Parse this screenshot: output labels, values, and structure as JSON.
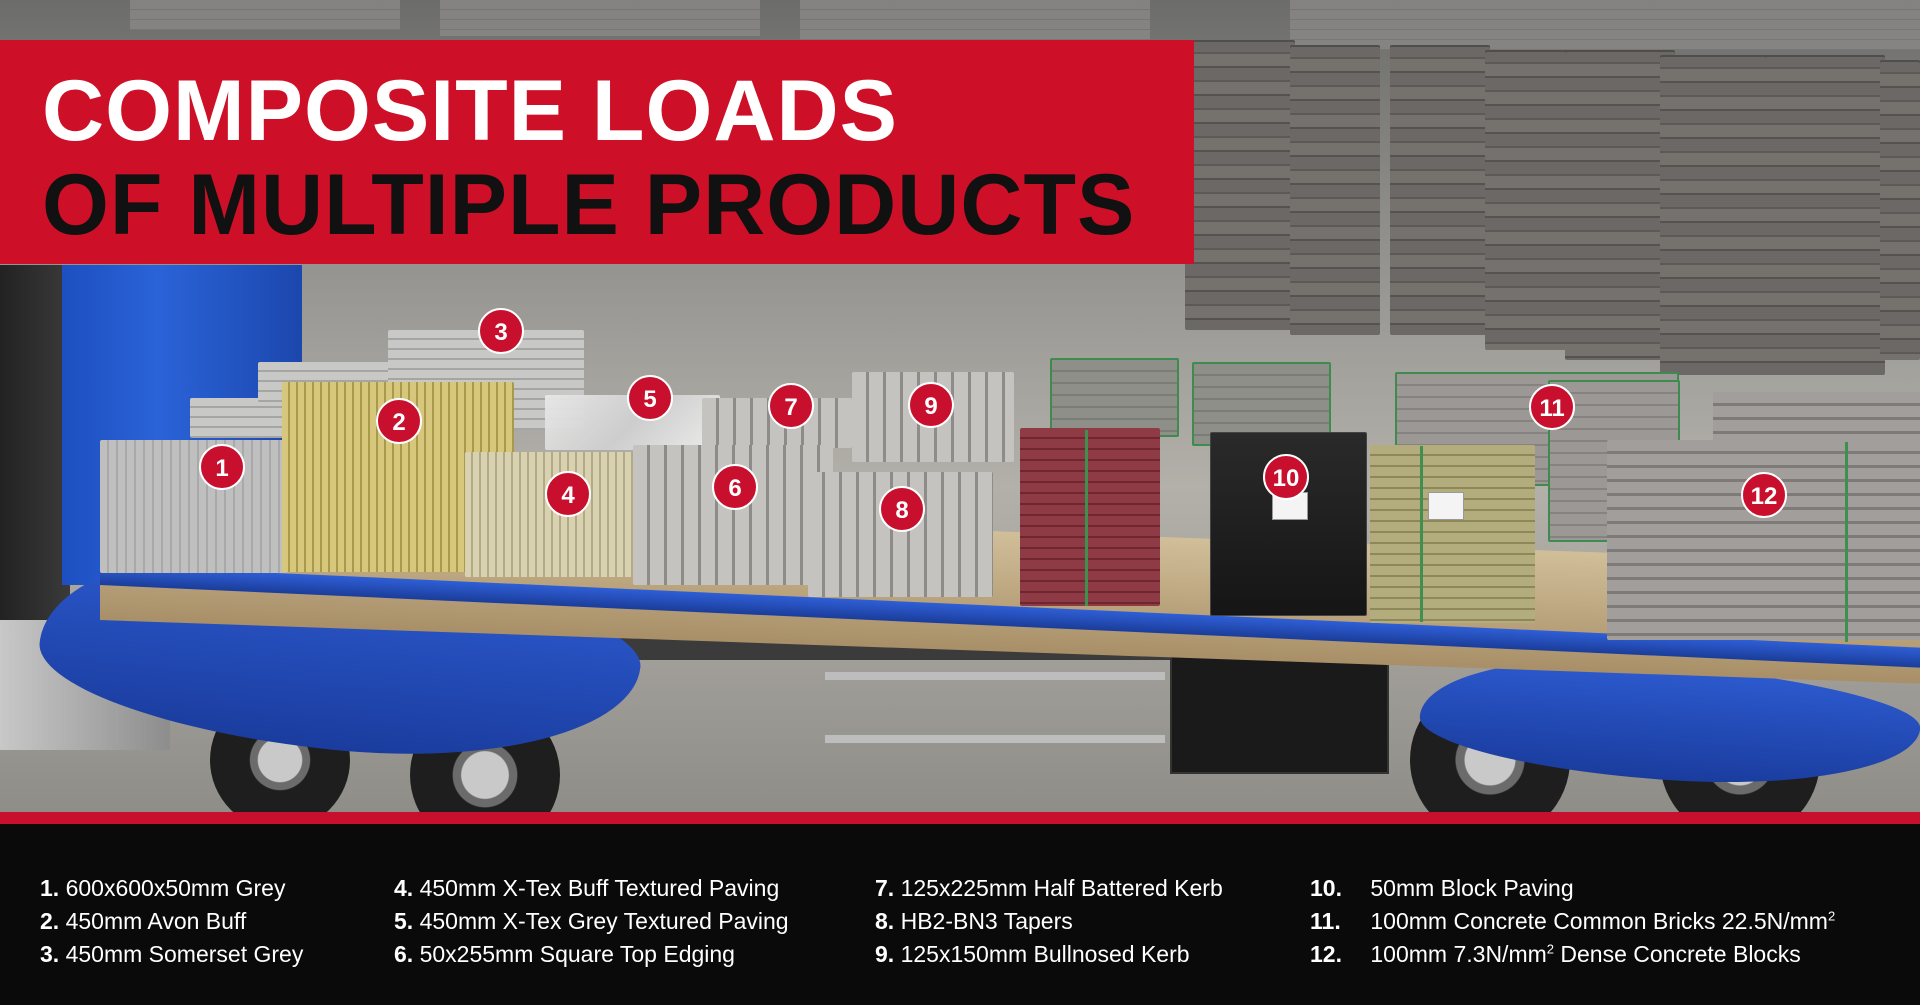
{
  "title": {
    "line1": "COMPOSITE LOADS",
    "line2": "OF MULTIPLE PRODUCTS"
  },
  "markers": [
    "1",
    "2",
    "3",
    "4",
    "5",
    "6",
    "7",
    "8",
    "9",
    "10",
    "11",
    "12"
  ],
  "legend": {
    "col1": [
      {
        "num": "1.",
        "text": "600x600x50mm Grey"
      },
      {
        "num": "2.",
        "text": "450mm Avon Buff"
      },
      {
        "num": "3.",
        "text": "450mm Somerset Grey"
      }
    ],
    "col2": [
      {
        "num": "4.",
        "text": "450mm X-Tex Buff Textured Paving"
      },
      {
        "num": "5.",
        "text": "450mm X-Tex Grey Textured Paving"
      },
      {
        "num": "6.",
        "text": "50x255mm Square Top Edging"
      }
    ],
    "col3": [
      {
        "num": "7.",
        "text": "125x225mm Half Battered Kerb"
      },
      {
        "num": "8.",
        "text": "HB2-BN3 Tapers"
      },
      {
        "num": "9.",
        "text": "125x150mm Bullnosed Kerb"
      }
    ],
    "col4": [
      {
        "num": "10.",
        "text": "50mm Block Paving"
      },
      {
        "num": "11.",
        "text_before": "100mm Concrete Common Bricks 22.5N/mm",
        "sup": "2",
        "text_after": ""
      },
      {
        "num": "12.",
        "text_before": "100mm 7.3N/mm",
        "sup": "2",
        "text_after": " Dense Concrete Blocks"
      }
    ]
  },
  "colors": {
    "accent_red": "#c8102e",
    "banner_red": "#cd1028",
    "legend_background": "#0a0a0a",
    "trailer_blue": "#2a63d8"
  }
}
